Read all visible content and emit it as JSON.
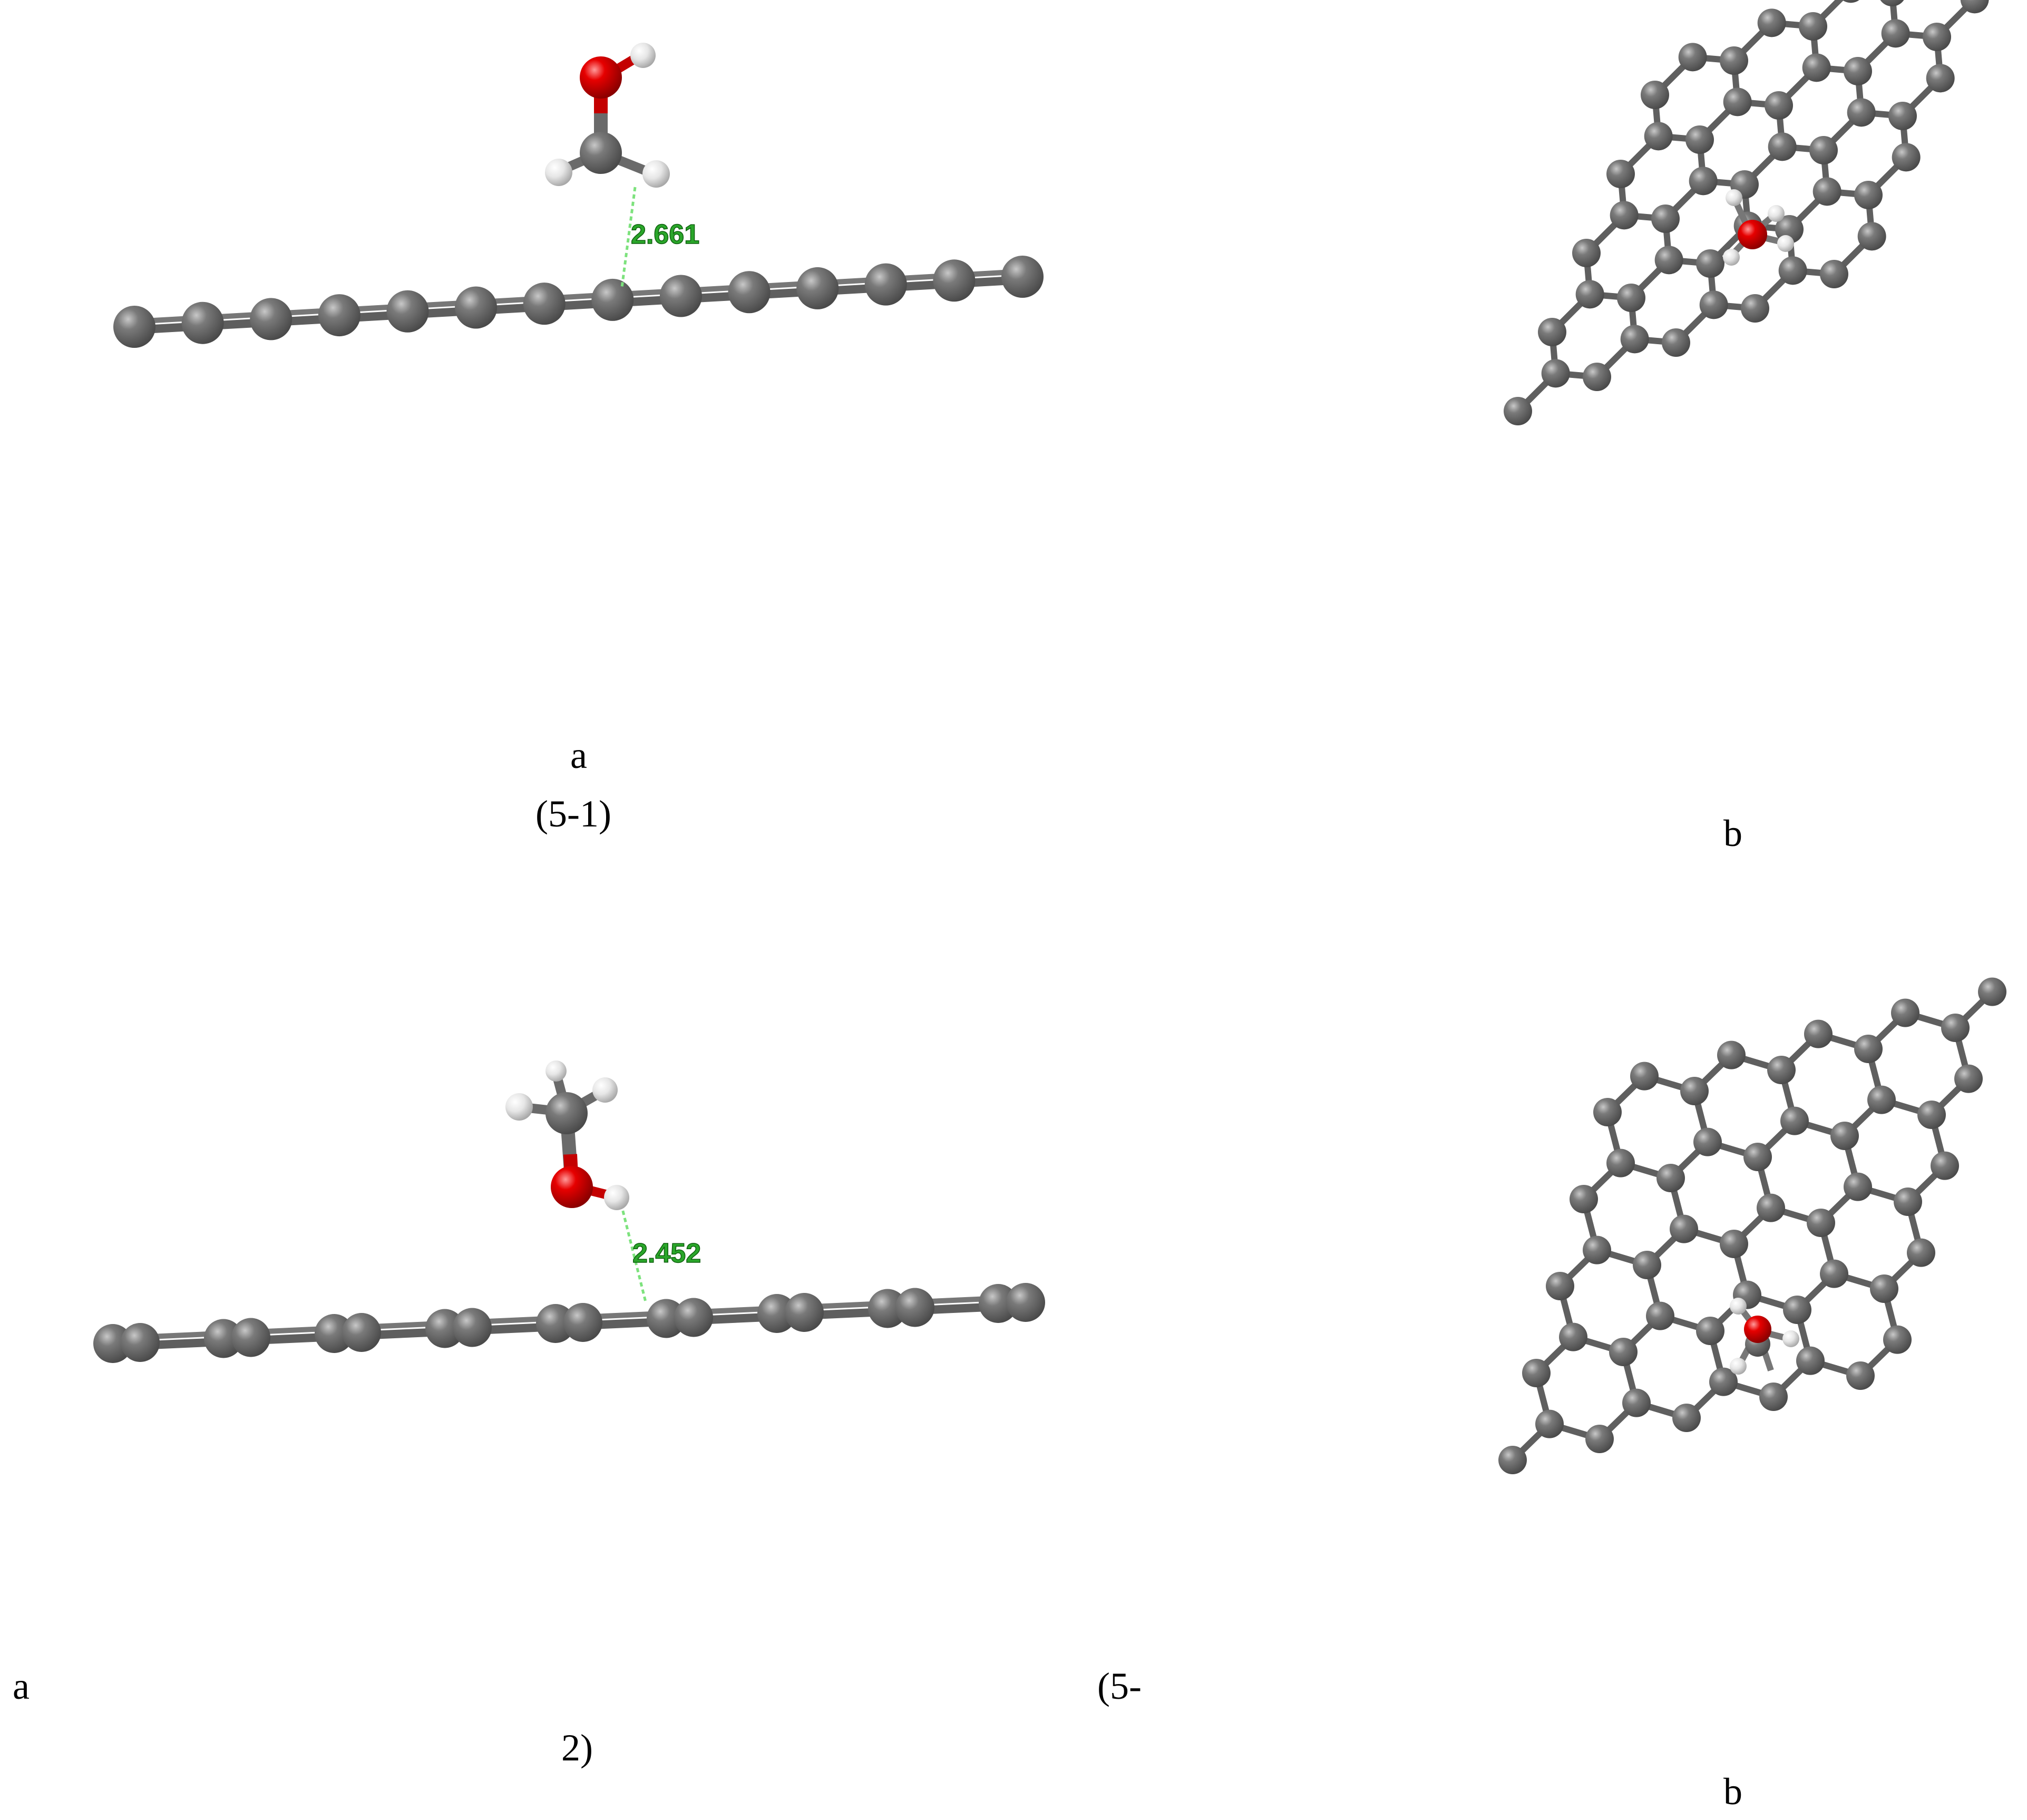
{
  "colors": {
    "carbon": "#6b6b6b",
    "carbon_highlight": "#b0b0b0",
    "carbon_bond": "#5f5f5f",
    "oxygen": "#e20000",
    "hydrogen": "#ececec",
    "distance_line": "#7de27d",
    "distance_text": "#1d9d1d"
  },
  "panels": [
    {
      "id": "5-1",
      "side_distance": "2.661",
      "labels": {
        "a": "a",
        "paren": "(5-1)",
        "b": "b"
      }
    },
    {
      "id": "5-2",
      "side_distance": "2.452",
      "labels": {
        "a": "a",
        "paren_open": "(5-",
        "paren_close": "2)",
        "b": "b"
      }
    }
  ]
}
